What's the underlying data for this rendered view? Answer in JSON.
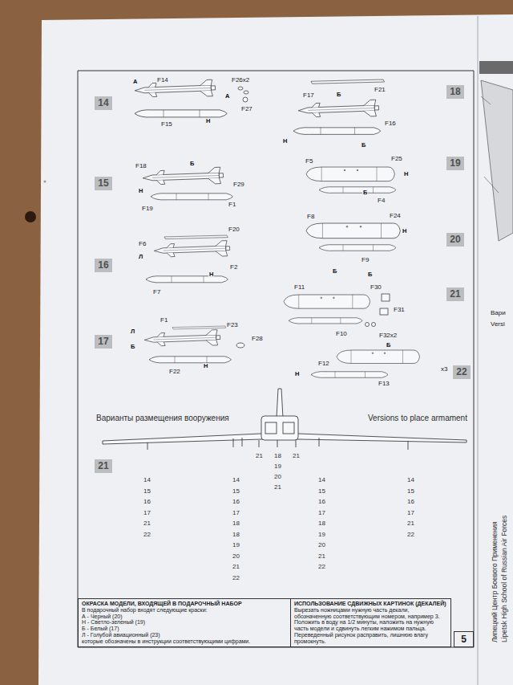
{
  "diagram": {
    "nodes": [
      {
        "text": [
          "14"
        ]
      },
      {
        "text": [
          "15"
        ]
      },
      {
        "text": [
          "16"
        ]
      },
      {
        "text": [
          "17"
        ]
      },
      {
        "text": [
          "18"
        ]
      },
      {
        "text": [
          "19"
        ]
      },
      {
        "text": [
          "20"
        ]
      },
      {
        "text": [
          "21"
        ]
      },
      {
        "text": [
          "22"
        ]
      },
      {
        "text": [
          "21"
        ]
      },
      {
        "text": [
          "ОКРАСКА МОДЕЛИ, ВХОДЯЩЕЙ В ПОДАРОЧНЫЙ НАБОР",
          "В подарочный набор входят следующие краски:",
          "А - Черный (20)",
          "Н - Светло-зеленый (19)",
          "Б - Белый (17)",
          "Л - Голубой авиационный (23)",
          "которые обозначены в инструкции соответствующими цифрами."
        ]
      },
      {
        "text": [
          "ИСПОЛЬЗОВАНИЕ СДВИЖНЫХ КАРТИНОК (ДЕКАЛЕЙ)",
          "Вырезать ножницами нужную часть декали, обозначенную соответствующим номером, например 3. Положить в воду на 1/2 минуты, наложить на нужную часть модели и сдвинуть легким нажимом пальца. Переведенный рисунок расправить, лишнюю влагу промокнуть."
        ]
      },
      {
        "text": [
          "5"
        ]
      }
    ],
    "labels": [
      "А",
      "F14",
      "F26x2",
      "А",
      "F27",
      "F15",
      "Н",
      "F18",
      "Б",
      "F29",
      "Н",
      "F19",
      "F1",
      "F6",
      "F20",
      "Л",
      "F2",
      "Н",
      "F7",
      "F1",
      "F23",
      "Л",
      "F28",
      "Б",
      "F22",
      "Н",
      "F21",
      "F17",
      "Б",
      "F16",
      "Н",
      "Б",
      "F5",
      "F25",
      "Н",
      "Б",
      "F4",
      "F8",
      "F24",
      "Н",
      "F9",
      "Б",
      "Б",
      "F11",
      "F30",
      "F31",
      "F10",
      "F32x2",
      "Б",
      "F12",
      "Н",
      "F13",
      "x3",
      "Варианты размещения вооружения",
      "Versions to place armament",
      "14",
      "15",
      "16",
      "17",
      "21",
      "22",
      "14",
      "15",
      "16",
      "17",
      "18",
      "18",
      "19",
      "20",
      "21",
      "22",
      "21",
      "18",
      "21",
      "19",
      "20",
      "21",
      "14",
      "15",
      "16",
      "17",
      "18",
      "19",
      "20",
      "21",
      "22",
      "14",
      "15",
      "16",
      "17",
      "21",
      "22",
      "Вари",
      "Versi",
      "Липецкий Центр Боевого Применения",
      "Lipetsk High School of Russian Air Forces"
    ]
  }
}
